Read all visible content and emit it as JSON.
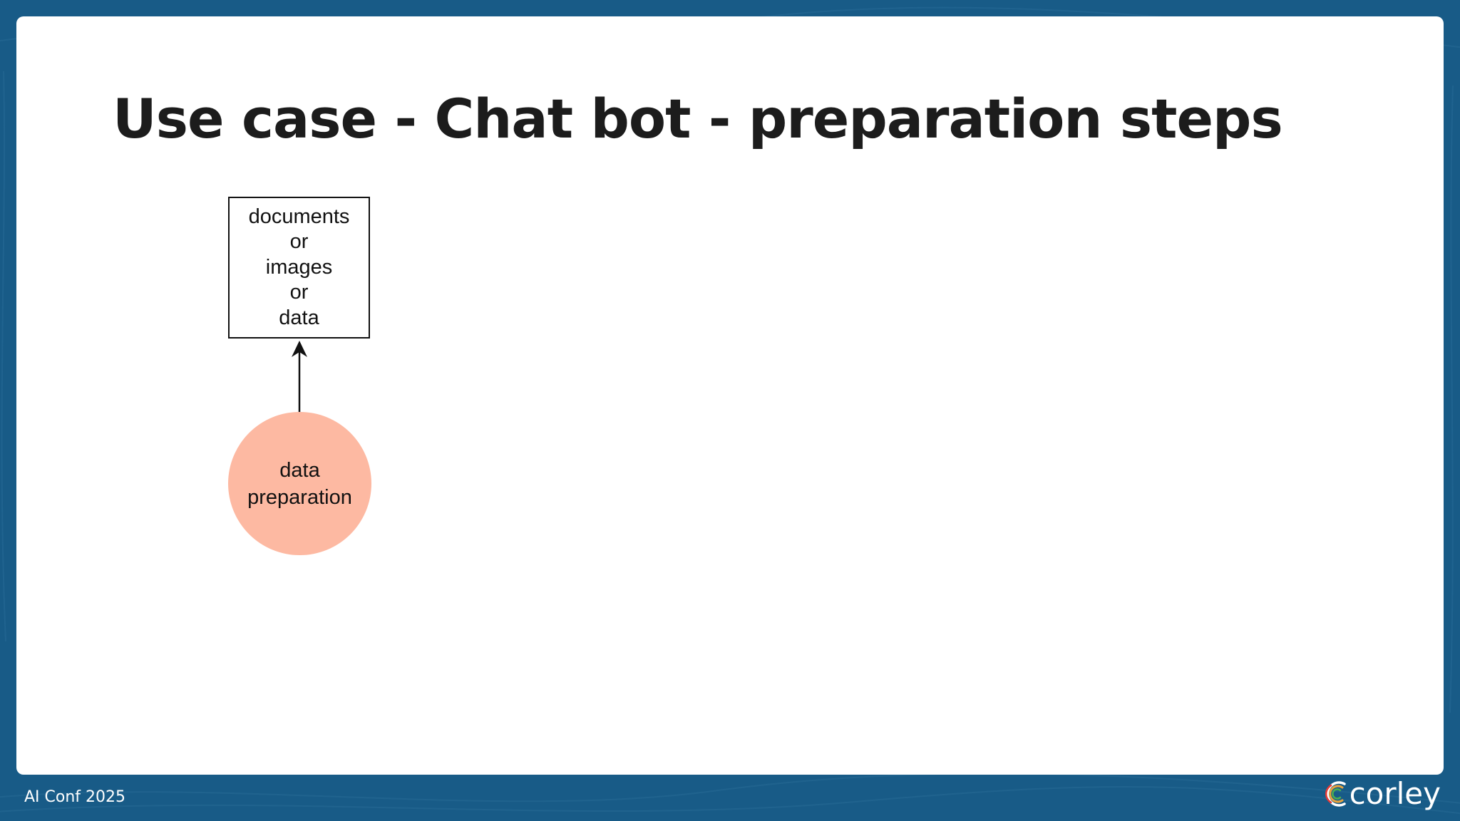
{
  "slide": {
    "title": "Use case - Chat bot - preparation steps"
  },
  "diagram": {
    "box": {
      "lines": [
        "documents",
        "or",
        "images",
        "or",
        "data"
      ]
    },
    "circle": {
      "lines": [
        "data",
        "preparation"
      ],
      "fill_color": "#fdb9a2"
    }
  },
  "footer": {
    "event": "AI Conf 2025",
    "logo_text": "corley"
  },
  "colors": {
    "background": "#185b87",
    "slide": "#ffffff",
    "title_text": "#1c1c1c"
  },
  "icons": {
    "logo_mark": "corley-logo-icon",
    "arrow": "arrow-up-icon"
  }
}
